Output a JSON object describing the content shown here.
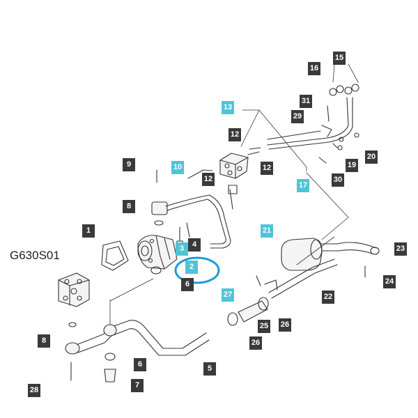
{
  "diagram_code": "G630S01",
  "highlight_color": "#1e9ad6",
  "label_dark_color": "#3a3a3a",
  "label_cyan_color": "#4fc4d6",
  "labels": {
    "l1": "1",
    "l2": "2",
    "l3": "3",
    "l4": "4",
    "l5": "5",
    "l6a": "6",
    "l6b": "6",
    "l7": "7",
    "l8a": "8",
    "l8b": "8",
    "l9": "9",
    "l10": "10",
    "l12a": "12",
    "l12b": "12",
    "l12c": "12",
    "l13": "13",
    "l15": "15",
    "l16": "16",
    "l17": "17",
    "l19": "19",
    "l20": "20",
    "l21": "21",
    "l22": "22",
    "l23": "23",
    "l24": "24",
    "l25": "25",
    "l26a": "26",
    "l26b": "26",
    "l27": "27",
    "l28": "28",
    "l29": "29",
    "l30": "30",
    "l31": "31"
  }
}
